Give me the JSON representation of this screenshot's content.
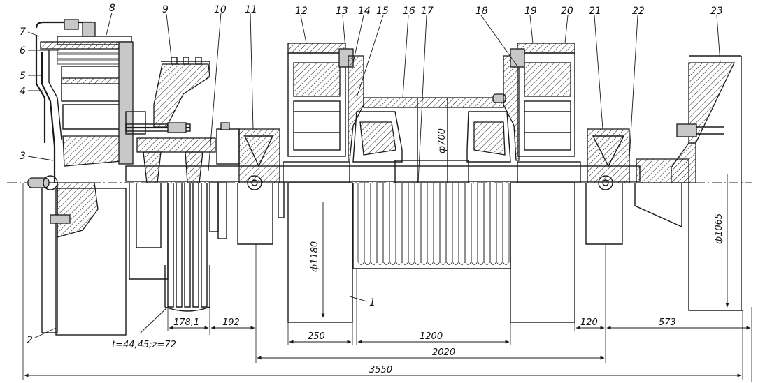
{
  "part_labels": [
    "1",
    "2",
    "3",
    "4",
    "5",
    "6",
    "7",
    "8",
    "9",
    "10",
    "11",
    "12",
    "13",
    "14",
    "15",
    "16",
    "17",
    "18",
    "19",
    "20",
    "21",
    "22",
    "23"
  ],
  "dimensions": {
    "d_178": "178,1",
    "d_192": "192",
    "d_250": "250",
    "d_1200": "1200",
    "d_2020": "2020",
    "d_120": "120",
    "d_573": "573",
    "d_3550": "3550"
  },
  "diameters": {
    "phi_1180": "ф1180",
    "phi_700": "ф700",
    "phi_1065": "ф1065"
  },
  "chain_note": "t=44,45;z=72"
}
